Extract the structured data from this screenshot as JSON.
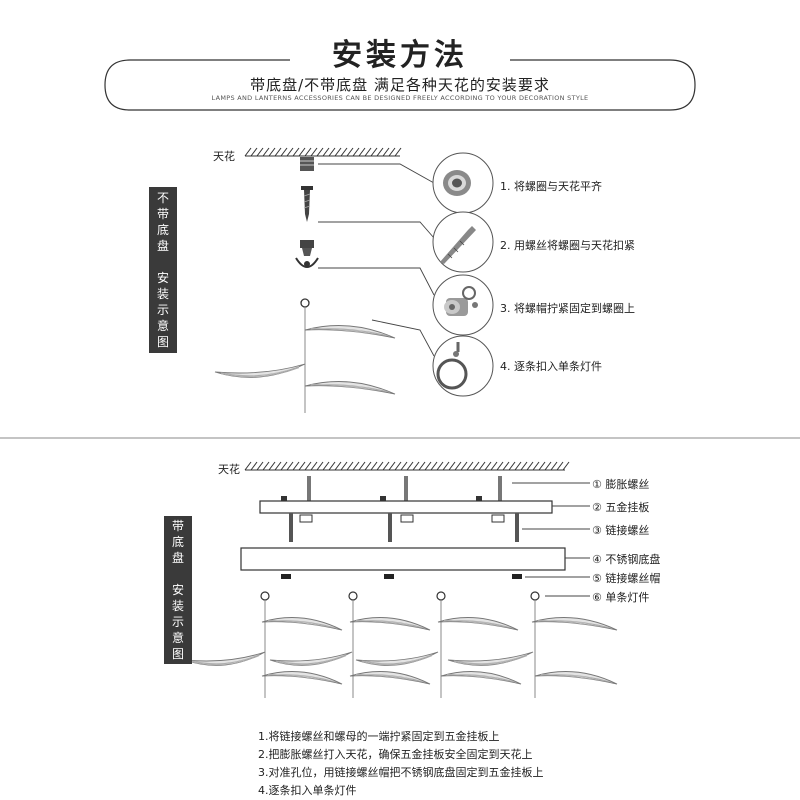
{
  "header": {
    "title": "安装方法",
    "subtitle": "带底盘/不带底盘 满足各种天花的安装要求",
    "tagline": "LAMPS AND LANTERNS ACCESSORIES CAN BE DESIGNED FREELY ACCORDING TO YOUR DECORATION STYLE"
  },
  "section1": {
    "side_label": "不\n带\n底\n盘\n\n安\n装\n示\n意\n图",
    "ceiling_label": "天花",
    "steps": [
      "1. 将螺圈与天花平齐",
      "2. 用螺丝将螺圈与天花扣紧",
      "3. 将螺帽拧紧固定到螺圈上",
      "4. 逐条扣入单条灯件"
    ]
  },
  "section2": {
    "side_label": "带\n底\n盘\n\n安\n装\n示\n意\n图",
    "ceiling_label": "天花",
    "parts": [
      "① 膨胀螺丝",
      "② 五金挂板",
      "③ 链接螺丝",
      "④ 不锈钢底盘",
      "⑤ 链接螺丝帽",
      "⑥ 单条灯件"
    ],
    "notes": [
      "1.将链接螺丝和螺母的一端拧紧固定到五金挂板上",
      "2.把膨胀螺丝打入天花，确保五金挂板安全固定到天花上",
      "3.对准孔位，用链接螺丝帽把不锈钢底盘固定到五金挂板上",
      "4.逐条扣入单条灯件"
    ]
  }
}
